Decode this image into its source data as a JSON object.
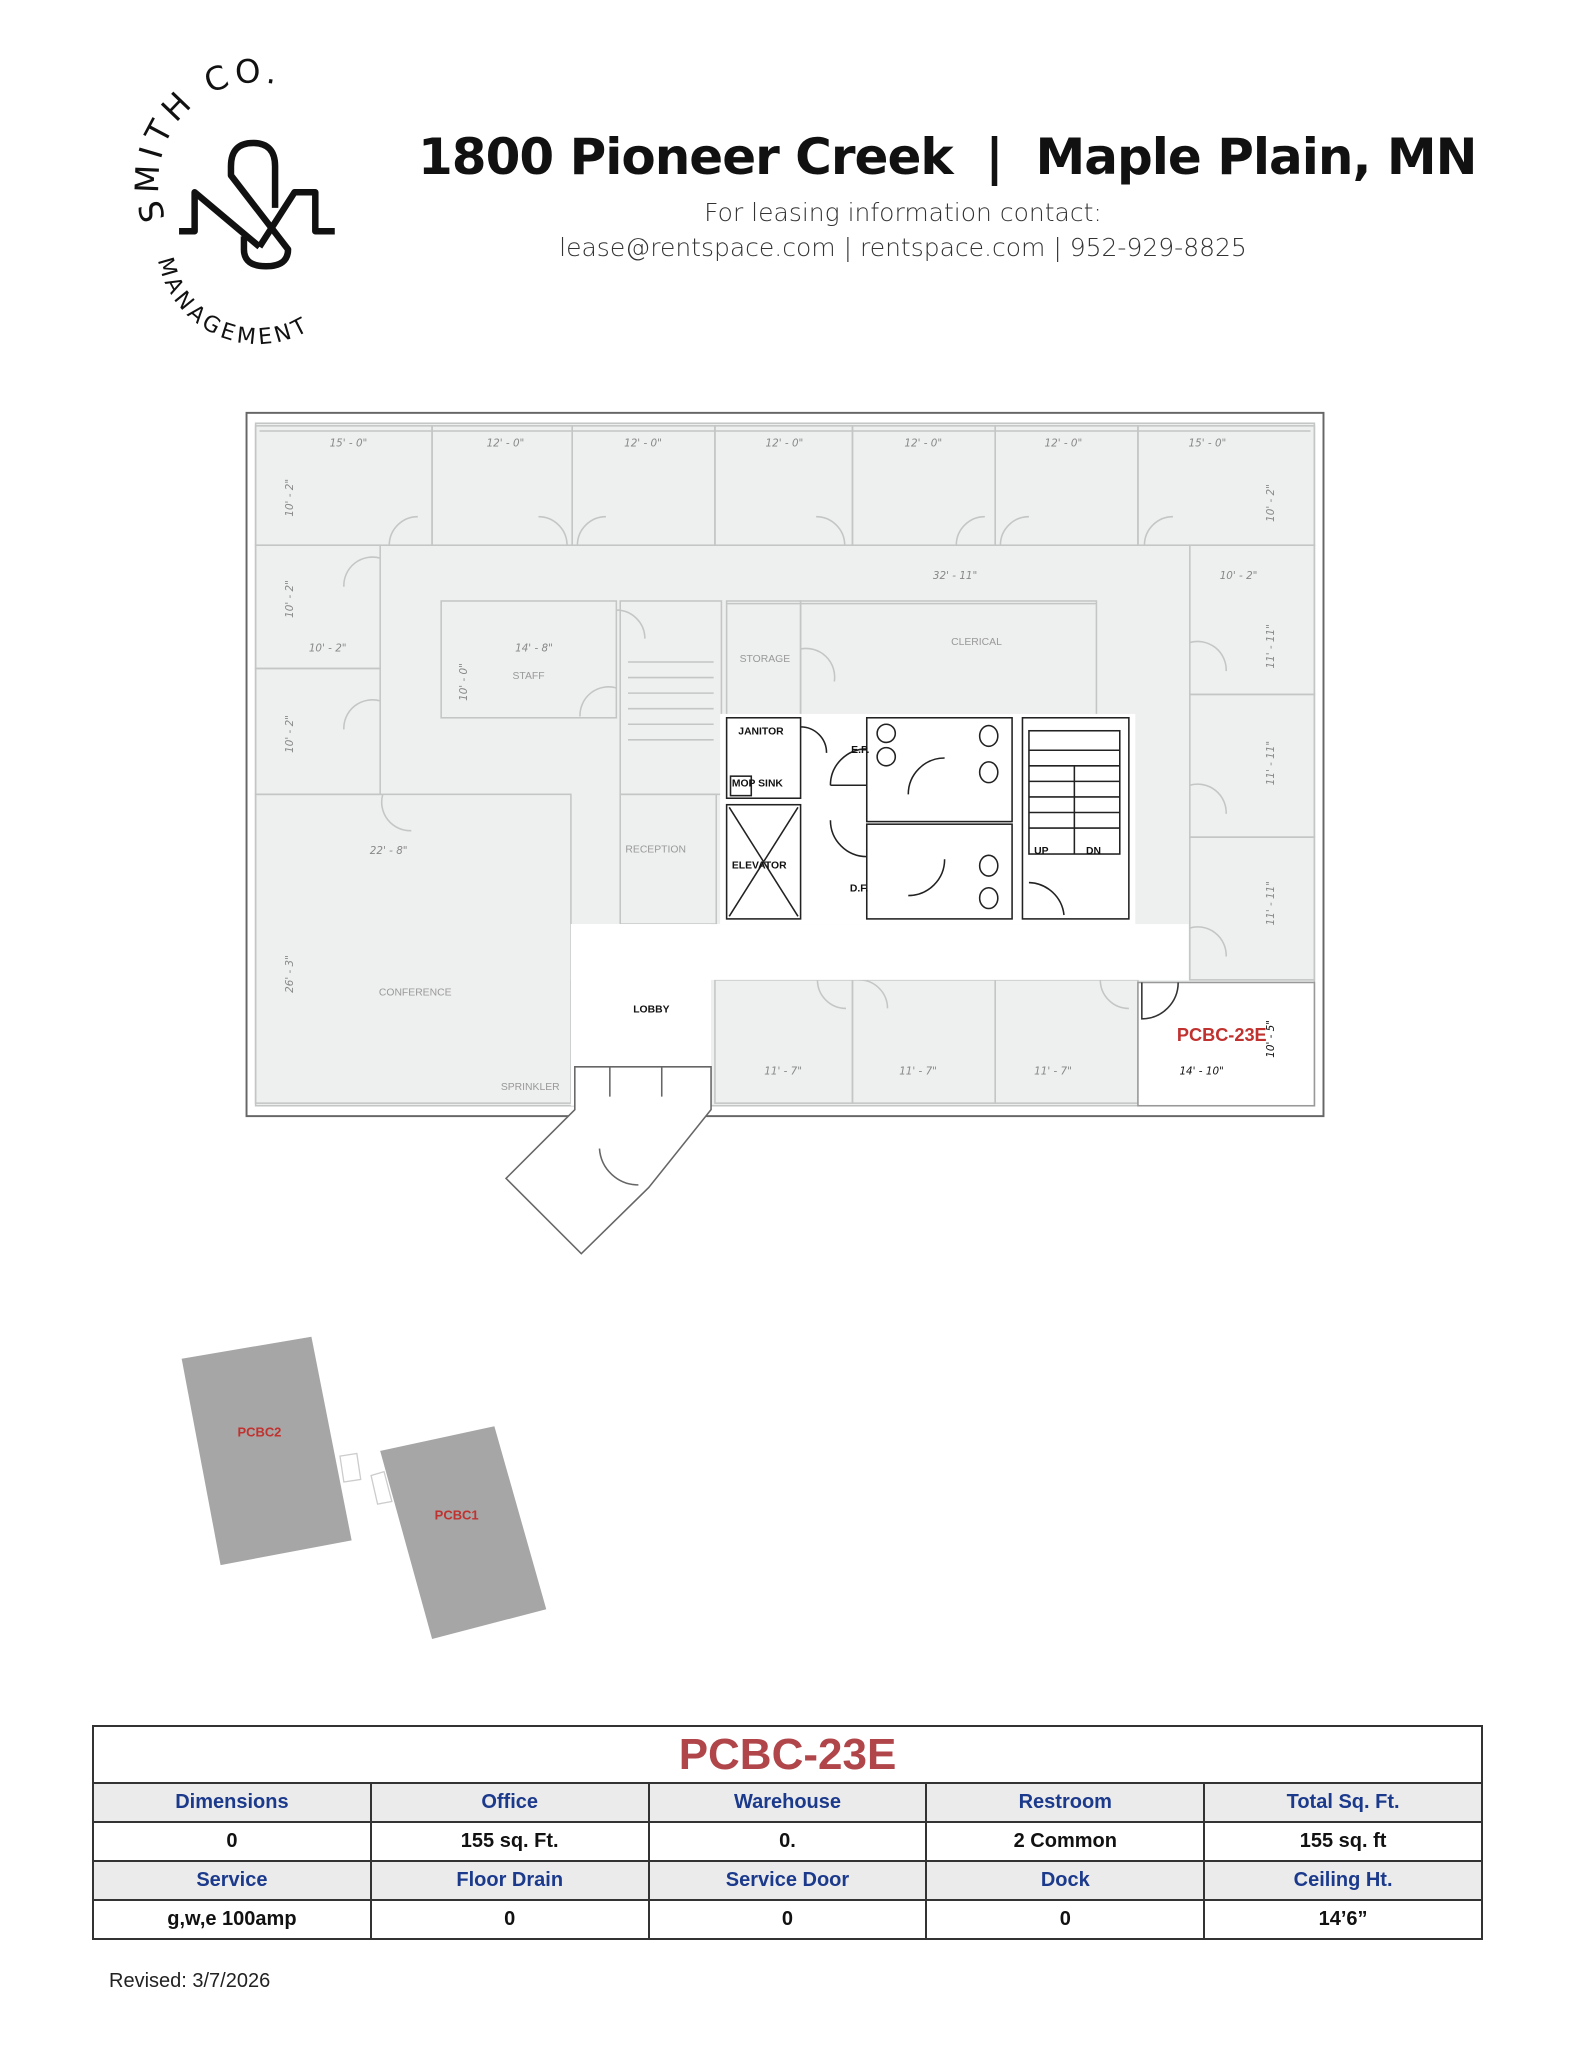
{
  "header": {
    "title": "1800 Pioneer Creek  |  Maple Plain, MN",
    "contact_intro": "For leasing information contact:",
    "contact_line": "lease@rentspace.com | rentspace.com | 952-929-8825"
  },
  "logo": {
    "top_text": "SMITH CO.",
    "bottom_text": "MANAGEMENT"
  },
  "floor_plan": {
    "rooms": {
      "staff": "STAFF",
      "storage": "STORAGE",
      "clerical": "CLERICAL",
      "janitor": "JANITOR",
      "mop_sink": "MOP SINK",
      "elevator": "ELEVATOR",
      "reception": "RECEPTION",
      "lobby": "LOBBY",
      "conference": "CONFERENCE",
      "sprinkler": "SPRINKLER",
      "ep": "E.P.",
      "df": "D.F.",
      "stair_up": "UP",
      "stair_dn": "DN"
    },
    "dimensions": {
      "top": [
        "15' - 0\"",
        "12' - 0\"",
        "12' - 0\"",
        "12' - 0\"",
        "12' - 0\"",
        "12' - 0\"",
        "15' - 0\""
      ],
      "left": [
        "10' - 2\"",
        "10' - 2\"",
        "10' - 2\"",
        "26' - 3\""
      ],
      "right": [
        "10' - 2\"",
        "11' - 11\"",
        "11' - 11\"",
        "11' - 11\""
      ],
      "bottom": [
        "11' - 7\"",
        "11' - 7\"",
        "11' - 7\""
      ],
      "corridor": "32' - 11\"",
      "right_room": "10' - 2\"",
      "left_room": "10' - 2\"",
      "staff_w": "14' - 8\"",
      "staff_h": "10' - 0\"",
      "conference_w": "22' - 8\"",
      "unit_w": "14' - 10\"",
      "unit_h": "10' - 5\""
    },
    "highlighted_unit": "PCBC-23E",
    "highlight_color": "#c0322f"
  },
  "site_plan": {
    "buildings": [
      "PCBC2",
      "PCBC1"
    ],
    "building_color": "#a6a6a6",
    "label_color": "#c0322f"
  },
  "spec_table": {
    "unit": "PCBC-23E",
    "row1_headers": [
      "Dimensions",
      "Office",
      "Warehouse",
      "Restroom",
      "Total Sq. Ft."
    ],
    "row1_values": [
      "0",
      "155 sq. Ft.",
      "0.",
      "2 Common",
      "155 sq. ft"
    ],
    "row2_headers": [
      "Service",
      "Floor Drain",
      "Service Door",
      "Dock",
      "Ceiling Ht."
    ],
    "row2_values": [
      "g,w,e 100amp",
      "0",
      "0",
      "0",
      "14’6”"
    ]
  },
  "footer": {
    "revised": "Revised: 3/7/2026"
  }
}
